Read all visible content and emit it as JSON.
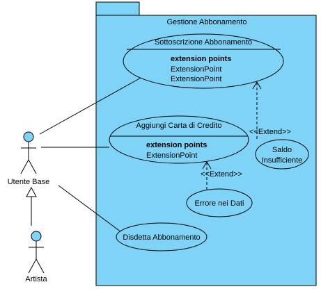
{
  "package": {
    "title": "Gestione Abbonamento"
  },
  "actors": [
    {
      "id": "utente",
      "label": "Utente Base"
    },
    {
      "id": "artista",
      "label": "Artista"
    }
  ],
  "use_cases": [
    {
      "id": "sottoscrizione",
      "name": "Sottoscrizione Abbonamento",
      "ext_header": "extension points",
      "ext_points": [
        "ExtensionPoint",
        "ExtensionPoint"
      ]
    },
    {
      "id": "carta",
      "name": "Aggiungi Carta di Credito",
      "ext_header": "extension points",
      "ext_points": [
        "ExtensionPoint"
      ]
    },
    {
      "id": "saldo",
      "name_lines": [
        "Saldo",
        "Insufficiente"
      ]
    },
    {
      "id": "errore",
      "name": "Errore nei Dati"
    },
    {
      "id": "disdetta",
      "name": "Disdetta Abbonamento"
    }
  ],
  "relations": [
    {
      "type": "association",
      "from": "utente",
      "to": "sottoscrizione"
    },
    {
      "type": "association",
      "from": "utente",
      "to": "carta"
    },
    {
      "type": "association",
      "from": "utente",
      "to": "disdetta"
    },
    {
      "type": "generalization",
      "from": "artista",
      "to": "utente"
    },
    {
      "type": "extend",
      "from": "saldo",
      "to": "sottoscrizione",
      "label": "<<Extend>>"
    },
    {
      "type": "extend",
      "from": "errore",
      "to": "carta",
      "label": "<<Extend>>"
    }
  ],
  "colors": {
    "fill": "#7fd3f7",
    "stroke": "#000000",
    "background": "#ffffff"
  }
}
